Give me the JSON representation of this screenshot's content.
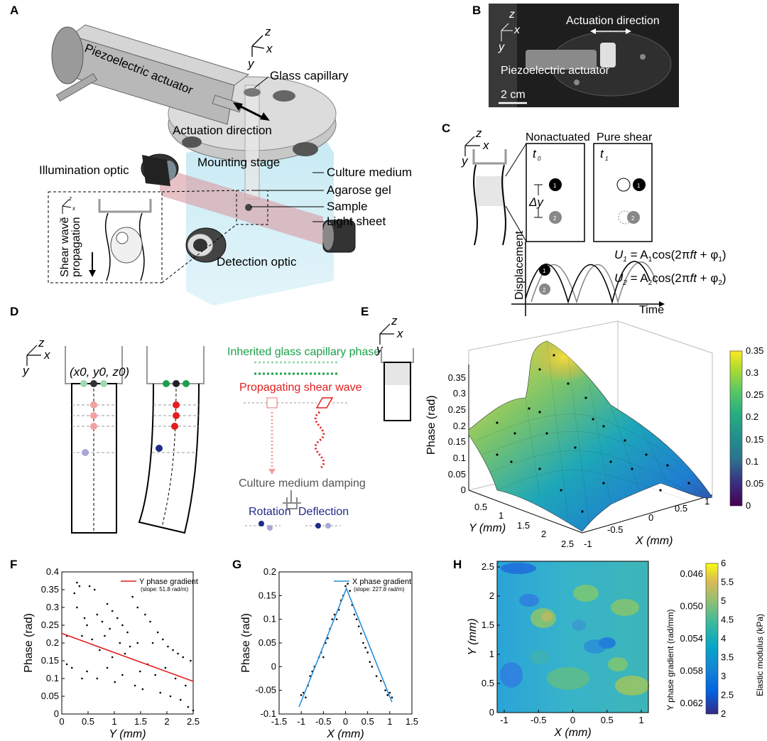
{
  "panels": {
    "A": "A",
    "B": "B",
    "C": "C",
    "D": "D",
    "E": "E",
    "F": "F",
    "G": "G",
    "H": "H"
  },
  "panelA": {
    "axes": {
      "z": "z",
      "x": "x",
      "y": "y"
    },
    "piezo": "Piezoelectric actuator",
    "glass": "Glass capillary",
    "actuation": "Actuation direction",
    "mounting": "Mounting stage",
    "illum": "Illumination optic",
    "culture": "Culture medium",
    "agarose": "Agarose gel",
    "sample": "Sample",
    "lightsheet": "Light sheet",
    "detection": "Detection optic",
    "shear_wave_1": "Shear wave",
    "shear_wave_2": "propagation"
  },
  "panelB": {
    "actuation": "Actuation direction",
    "piezo": "Piezoelectric actuator",
    "scale": "2 cm",
    "axes": {
      "z": "z",
      "x": "x",
      "y": "y"
    }
  },
  "panelC": {
    "nonactuated": "Nonactuated",
    "pure_shear": "Pure shear",
    "t0": "t",
    "t0_sub": "0",
    "t1": "t",
    "t1_sub": "1",
    "delta": "Δy",
    "u1": "U",
    "u1_sub": "1",
    "u1_rest": " = A",
    "u1_a": "1",
    "u1_cos": "cos(2π",
    "u1_ft": "ft",
    " u1_end": " + φ",
    "u1_phi": "1",
    "u1_close": ")",
    "u2": "U",
    "u2_sub": "2",
    "u2_rest": " = A",
    "u2_a": "2",
    "u2_cos": "cos(2π",
    "u2_ft": "ft",
    "u2_end": " + φ",
    "u2_phi": "2",
    "u2_close": ")",
    "displacement": "Displacement",
    "time": "Time",
    "dot1": "1",
    "dot2": "2",
    "axes": {
      "z": "z",
      "x": "x",
      "y": "y"
    }
  },
  "panelD": {
    "coord": "(x0, y0, z0)",
    "inherited": "Inherited glass capillary phase",
    "propagating": "Propagating shear wave",
    "damping": "Culture medium damping",
    "rotation": "Rotation",
    "deflection": "Deflection",
    "axes": {
      "z": "z",
      "x": "x",
      "y": "y"
    }
  },
  "panelE": {
    "zlabel": "Phase (rad)",
    "ylabel": "Y (mm)",
    "xlabel": "X (mm)",
    "zticks": [
      "0",
      "0.05",
      "0.1",
      "0.15",
      "0.2",
      "0.25",
      "0.3",
      "0.35"
    ],
    "yticks": [
      "0.5",
      "1",
      "1.5",
      "2",
      "2.5"
    ],
    "xticks": [
      "-1",
      "-0.5",
      "0",
      "0.5",
      "1"
    ],
    "cbar_ticks": [
      "0",
      "0.05",
      "0.1",
      "0.15",
      "0.2",
      "0.25",
      "0.3",
      "0.35"
    ],
    "axes": {
      "z": "z",
      "x": "x",
      "y": "y"
    }
  },
  "chart_data": [
    {
      "id": "F",
      "type": "scatter",
      "xlabel": "Y (mm)",
      "ylabel": "Phase (rad)",
      "xlim": [
        0,
        2.6
      ],
      "ylim": [
        0,
        0.4
      ],
      "xticks": [
        "0",
        "0.5",
        "1",
        "1.5",
        "2",
        "2.5"
      ],
      "yticks": [
        "0",
        "0.05",
        "0.1",
        "0.15",
        "0.2",
        "0.25",
        "0.3",
        "0.35",
        "0.4"
      ],
      "legend": "Y phase gradient",
      "legend_note": "(slope: 51.8 rad/m)",
      "fit": {
        "x": [
          0,
          2.6
        ],
        "y": [
          0.227,
          0.092
        ]
      },
      "points": [
        [
          0.1,
          0.22
        ],
        [
          0.1,
          0.14
        ],
        [
          0.2,
          0.13
        ],
        [
          0.25,
          0.34
        ],
        [
          0.3,
          0.37
        ],
        [
          0.3,
          0.3
        ],
        [
          0.35,
          0.36
        ],
        [
          0.4,
          0.22
        ],
        [
          0.4,
          0.1
        ],
        [
          0.45,
          0.27
        ],
        [
          0.5,
          0.25
        ],
        [
          0.5,
          0.12
        ],
        [
          0.55,
          0.36
        ],
        [
          0.6,
          0.21
        ],
        [
          0.65,
          0.35
        ],
        [
          0.7,
          0.28
        ],
        [
          0.7,
          0.1
        ],
        [
          0.75,
          0.18
        ],
        [
          0.8,
          0.26
        ],
        [
          0.85,
          0.22
        ],
        [
          0.9,
          0.31
        ],
        [
          0.9,
          0.13
        ],
        [
          0.95,
          0.24
        ],
        [
          1.0,
          0.16
        ],
        [
          1.0,
          0.29
        ],
        [
          1.05,
          0.09
        ],
        [
          1.1,
          0.27
        ],
        [
          1.15,
          0.2
        ],
        [
          1.2,
          0.25
        ],
        [
          1.2,
          0.11
        ],
        [
          1.25,
          0.17
        ],
        [
          1.3,
          0.23
        ],
        [
          1.35,
          0.19
        ],
        [
          1.4,
          0.33
        ],
        [
          1.45,
          0.08
        ],
        [
          1.5,
          0.3
        ],
        [
          1.5,
          0.2
        ],
        [
          1.55,
          0.12
        ],
        [
          1.6,
          0.07
        ],
        [
          1.65,
          0.28
        ],
        [
          1.7,
          0.14
        ],
        [
          1.75,
          0.26
        ],
        [
          1.8,
          0.2
        ],
        [
          1.85,
          0.11
        ],
        [
          1.9,
          0.23
        ],
        [
          1.95,
          0.06
        ],
        [
          2.0,
          0.21
        ],
        [
          2.05,
          0.13
        ],
        [
          2.1,
          0.19
        ],
        [
          2.15,
          0.05
        ],
        [
          2.2,
          0.18
        ],
        [
          2.25,
          0.1
        ],
        [
          2.3,
          0.17
        ],
        [
          2.35,
          0.04
        ],
        [
          2.4,
          0.16
        ],
        [
          2.45,
          0.08
        ],
        [
          2.5,
          0.02
        ],
        [
          2.55,
          0.15
        ],
        [
          2.6,
          0.01
        ]
      ]
    },
    {
      "id": "G",
      "type": "scatter",
      "xlabel": "X (mm)",
      "ylabel": "Phase (rad)",
      "xlim": [
        -1.5,
        1.5
      ],
      "ylim": [
        -0.1,
        0.2
      ],
      "xticks": [
        "-1.5",
        "-1",
        "-0.5",
        "0",
        "0.5",
        "1",
        "1.5"
      ],
      "yticks": [
        "-0.1",
        "-0.05",
        "0",
        "0.05",
        "0.1",
        "0.15",
        "0.2"
      ],
      "legend": "X phase gradient",
      "legend_note": "(slope: 227.8 rad/m)",
      "fit": {
        "x": [
          -1.05,
          0.02,
          1.05
        ],
        "y": [
          -0.085,
          0.165,
          -0.075
        ]
      },
      "points": [
        [
          -1.0,
          -0.06
        ],
        [
          -0.95,
          -0.055
        ],
        [
          -0.9,
          -0.065
        ],
        [
          -0.85,
          -0.04
        ],
        [
          -0.8,
          -0.02
        ],
        [
          -0.75,
          -0.01
        ],
        [
          -0.7,
          0.0
        ],
        [
          -0.6,
          0.02
        ],
        [
          -0.55,
          0.03
        ],
        [
          -0.5,
          0.02
        ],
        [
          -0.45,
          0.05
        ],
        [
          -0.4,
          0.06
        ],
        [
          -0.35,
          0.08
        ],
        [
          -0.3,
          0.1
        ],
        [
          -0.25,
          0.11
        ],
        [
          -0.2,
          0.1
        ],
        [
          -0.15,
          0.12
        ],
        [
          -0.1,
          0.14
        ],
        [
          -0.05,
          0.15
        ],
        [
          0.0,
          0.17
        ],
        [
          0.05,
          0.175
        ],
        [
          0.1,
          0.16
        ],
        [
          0.15,
          0.13
        ],
        [
          0.2,
          0.11
        ],
        [
          0.25,
          0.1
        ],
        [
          0.3,
          0.085
        ],
        [
          0.35,
          0.07
        ],
        [
          0.4,
          0.05
        ],
        [
          0.45,
          0.04
        ],
        [
          0.5,
          0.03
        ],
        [
          0.55,
          0.01
        ],
        [
          0.6,
          0.0
        ],
        [
          0.7,
          -0.02
        ],
        [
          0.8,
          -0.03
        ],
        [
          0.9,
          -0.05
        ],
        [
          0.95,
          -0.06
        ],
        [
          1.0,
          -0.055
        ],
        [
          1.05,
          -0.065
        ]
      ]
    },
    {
      "id": "H",
      "type": "heatmap",
      "xlabel": "X (mm)",
      "ylabel": "Y (mm)",
      "xticks": [
        "-1",
        "-0.5",
        "0",
        "0.5",
        "1"
      ],
      "yticks": [
        "0",
        "0.5",
        "1",
        "1.5",
        "2",
        "2.5"
      ],
      "cbar_left_label": "Y phase gradient (rad/mm)",
      "cbar_right_label": "Elastic modulus (kPa)",
      "cbar_left_ticks": [
        "0.046",
        "0.050",
        "0.054",
        "0.058",
        "0.062"
      ],
      "cbar_right_ticks": [
        "2",
        "2.5",
        "3",
        "3.5",
        "4",
        "4.5",
        "5",
        "5.5",
        "6"
      ]
    }
  ]
}
